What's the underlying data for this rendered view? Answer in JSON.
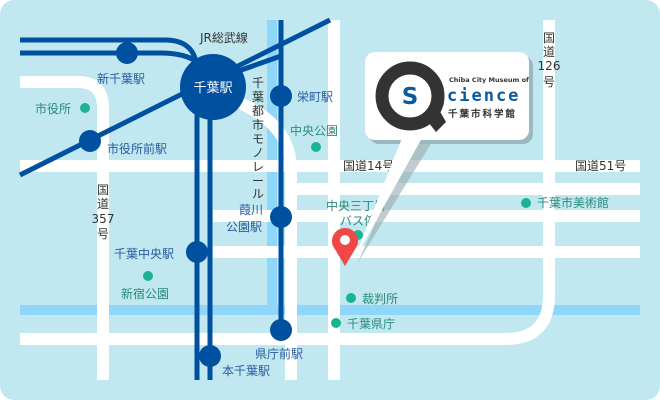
{
  "map": {
    "rail_lines": {
      "jr": "JR総武線",
      "monorail": [
        "千",
        "葉",
        "都",
        "市",
        "モ",
        "ノ",
        "レ",
        "ー",
        "ル"
      ]
    },
    "stations": {
      "chiba": "千葉駅",
      "shin_chiba": "新千葉駅",
      "shiyakusho_mae": "市役所前駅",
      "sakaecho": "栄町駅",
      "yoshikawa_1": "葭川",
      "yoshikawa_2": "公園駅",
      "chiba_chuo": "千葉中央駅",
      "kencho_mae": "県庁前駅",
      "hon_chiba": "本千葉駅"
    },
    "landmarks": {
      "shiyakusho": "市役所",
      "chuo_koen": "中央公園",
      "bus_stop_1": "中央三丁目",
      "bus_stop_2": "バス停",
      "art_museum": "千葉市美術館",
      "shinjuku_koen": "新宿公園",
      "court": "裁判所",
      "prefectural_office": "千葉県庁"
    },
    "roads": {
      "r14": "国道14号",
      "r51": "国道51号",
      "r126": [
        "国",
        "道",
        "126",
        "号"
      ],
      "r357": [
        "国",
        "道",
        "357",
        "号"
      ]
    },
    "callout": {
      "logo_letter": "S",
      "subtitle": "Chiba City Museum of",
      "title": "cience",
      "name_ja": "千葉市科学館"
    },
    "colors": {
      "background": "#c1e8f0",
      "rail": "#0050a0",
      "river": "#8fd6fb",
      "landmark": "#1ab394",
      "pin": "#f04848"
    }
  }
}
